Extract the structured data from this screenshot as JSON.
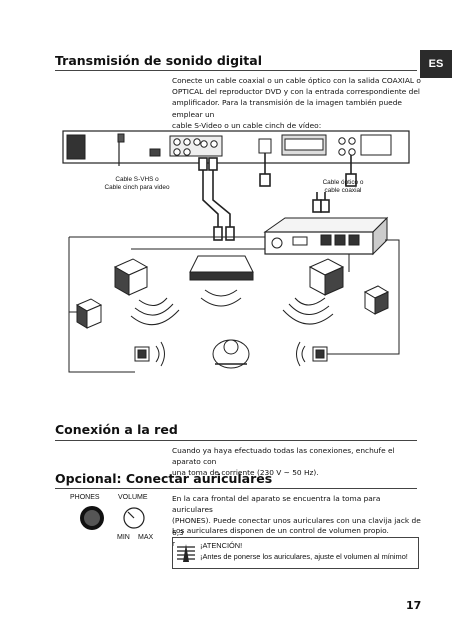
{
  "language_tab": "ES",
  "section1": {
    "title": "Transmisión de sonido digital",
    "paragraph_lines": [
      "Conecte un cable coaxial o un cable óptico con la salida COAXIAL o",
      "OPTICAL  del reproductor DVD y con la entrada correspondiente del",
      "amplificador. Para la transmisión de la imagen también puede emplear un",
      "cable S-Video o un cable cinch de vídeo:"
    ]
  },
  "diagram": {
    "label_left": [
      "Cable S-VHS  o",
      "Cable cinch para video"
    ],
    "label_right": [
      "Cable óptico  o",
      "cable coaxial"
    ]
  },
  "section2": {
    "title": "Conexión a la red",
    "paragraph_lines": [
      "Cuando ya haya efectuado todas las conexiones, enchufe el aparato con",
      "una toma de corriente (230  V ~ 50  Hz)."
    ]
  },
  "section3": {
    "title": "Opcional:  Conectar auriculares",
    "panel": {
      "phones_label": "PHONES",
      "volume_label": "VOLUME",
      "min_label": "MIN",
      "max_label": "MAX"
    },
    "paragraph1_lines": [
      "En la cara frontal del aparato se encuentra la toma para auriculares",
      "(PHONES). Puede conectar unos auriculares con una clavija jack de 6,3",
      "mm."
    ],
    "paragraph2": "Los auriculares disponen de un control de volumen propio.",
    "warning": {
      "title": "¡ATENCIÓN!",
      "text": "¡Antes de ponerse los auriculares, ajuste el volumen al mínimo!"
    }
  },
  "page_number": "17"
}
